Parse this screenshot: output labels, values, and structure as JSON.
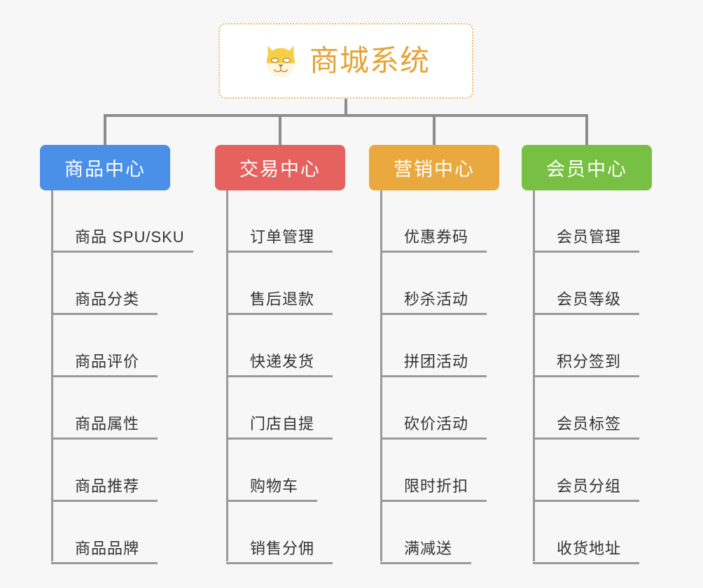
{
  "canvas": {
    "background": "#f7f7f7"
  },
  "root": {
    "title": "商城系统",
    "icon": "dog-face-icon",
    "border_color": "#f0b860",
    "text_color": "#e5a437",
    "background": "#ffffff"
  },
  "connector": {
    "color": "#8d8d8d"
  },
  "columns": [
    {
      "id": "product-center",
      "title": "商品中心",
      "color": "#4a90e8",
      "items": [
        "商品 SPU/SKU",
        "商品分类",
        "商品评价",
        "商品属性",
        "商品推荐",
        "商品品牌"
      ]
    },
    {
      "id": "trade-center",
      "title": "交易中心",
      "color": "#e6625e",
      "items": [
        "订单管理",
        "售后退款",
        "快递发货",
        "门店自提",
        "购物车",
        "销售分佣"
      ]
    },
    {
      "id": "marketing-center",
      "title": "营销中心",
      "color": "#eaa93e",
      "items": [
        "优惠券码",
        "秒杀活动",
        "拼团活动",
        "砍价活动",
        "限时折扣",
        "满减送"
      ]
    },
    {
      "id": "member-center",
      "title": "会员中心",
      "color": "#78c043",
      "items": [
        "会员管理",
        "会员等级",
        "积分签到",
        "会员标签",
        "会员分组",
        "收货地址"
      ]
    }
  ]
}
